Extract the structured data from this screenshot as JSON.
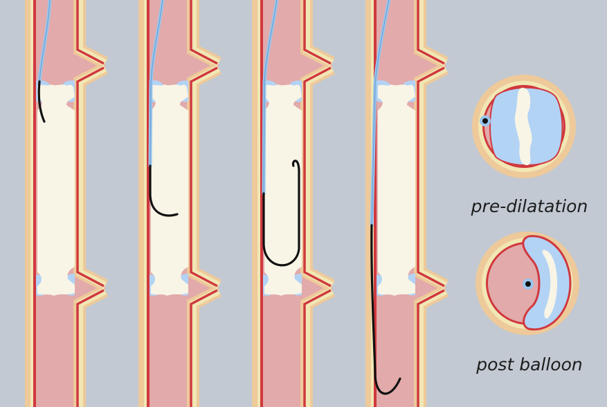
{
  "diagram": {
    "colors": {
      "background": "#c2c9d2",
      "vessel_lumen": "#e2aaaa",
      "vessel_wall_outer": "#eec99a",
      "vessel_wall_mid": "#f1e7b4",
      "vessel_wall_inner": "#d0383e",
      "flap_fill": "#b3d3f5",
      "false_lumen": "#f8f5e6",
      "guidewire_coated": "#9ac7ee",
      "guidewire_tip": "#111111"
    },
    "panels": [
      {
        "step": 1,
        "wire": "advanced to the upper end of the dissection"
      },
      {
        "step": 2,
        "wire": "tip curled inside the false lumen"
      },
      {
        "step": 3,
        "wire": "looped back toward the upper re-entry"
      },
      {
        "step": 4,
        "wire": "passed through the true lumen below the dissection"
      }
    ],
    "cross_sections": [
      {
        "label": "pre-dilatation"
      },
      {
        "label": "post balloon"
      }
    ]
  }
}
